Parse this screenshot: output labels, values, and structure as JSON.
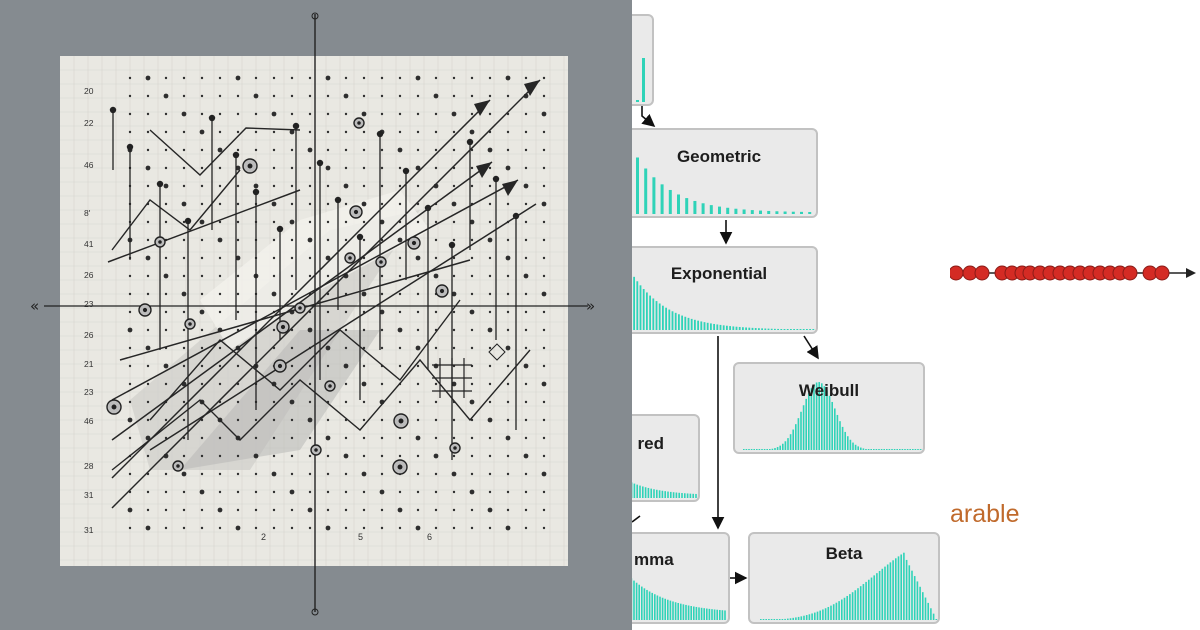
{
  "left_illustration": {
    "background": "#858b90",
    "canvas_color": "#e9e8e2",
    "y_tick_labels": [
      "20",
      "22",
      "46",
      "8'",
      "41",
      "26",
      "23",
      "26",
      "21",
      "23",
      "46",
      "28",
      "31",
      "31"
    ],
    "x_tick_labels": [
      "2",
      "5",
      "6"
    ],
    "left_arrow_glyph": "«",
    "right_arrow_glyph": "»"
  },
  "diagram": {
    "bar_color": "#2fd3b8",
    "box_fill": "#eaeaea",
    "box_border": "#c2c2c2",
    "nodes": [
      {
        "id": "top",
        "title": ""
      },
      {
        "id": "geometric",
        "title": "Geometric"
      },
      {
        "id": "exponential",
        "title": "Exponential"
      },
      {
        "id": "weibull",
        "title": "Weibull"
      },
      {
        "id": "squared",
        "title": "red"
      },
      {
        "id": "gamma",
        "title": "mma"
      },
      {
        "id": "beta",
        "title": "Beta"
      }
    ],
    "partial_text": "arable",
    "partial_text_color": "#c06a2c",
    "bead_color": "#d42b24"
  }
}
